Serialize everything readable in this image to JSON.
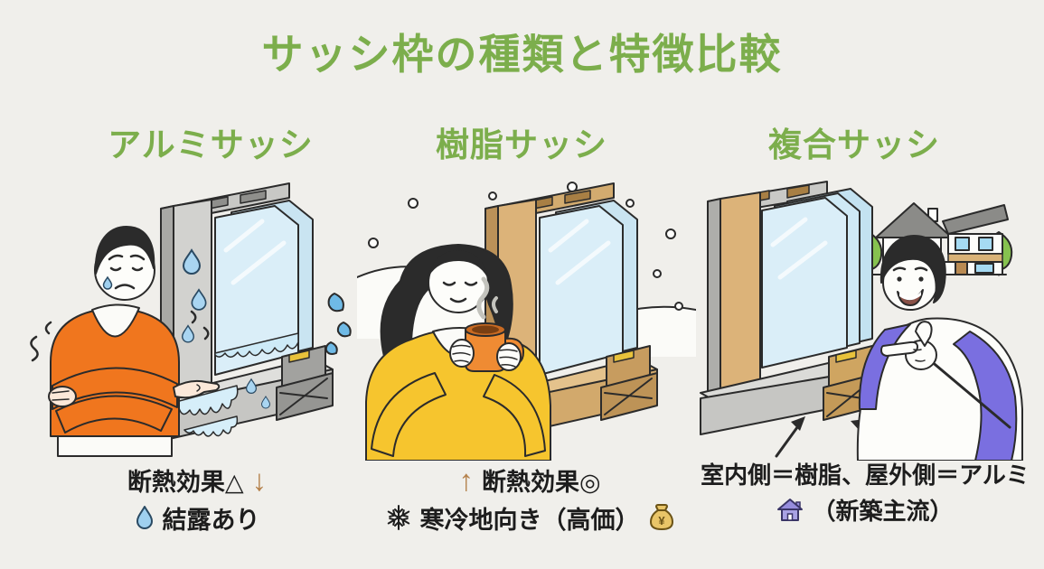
{
  "page": {
    "title": "サッシ枠の種類と特徴比較",
    "background_color": "#f0efeb",
    "title_color": "#7cae4c",
    "text_color": "#1d1d1d"
  },
  "columns": [
    {
      "header": "アルミサッシ",
      "scene": "freezing-man-with-aluminum-window-cross-section",
      "line1": {
        "text": "断熱効果△",
        "trend_arrow": "↓",
        "trend_icon": "down-arrow-icon"
      },
      "line2": {
        "icon": "water-drop-icon",
        "text": "結露あり"
      }
    },
    {
      "header": "樹脂サッシ",
      "scene": "woman-with-hot-drink-resin-window-snow",
      "line1": {
        "trend_arrow": "↑",
        "trend_icon": "up-arrow-icon",
        "text": "断熱効果◎"
      },
      "line2": {
        "icon": "snowflake-icon",
        "text": "寒冷地向き（高価）",
        "suffix_icon": "money-bag-icon"
      }
    },
    {
      "header": "複合サッシ",
      "scene": "man-pointing-composite-window-new-house",
      "line1": {
        "text": "室内側＝樹脂、屋外側＝アルミ"
      },
      "line2": {
        "icon": "house-icon",
        "text": "（新築主流）"
      }
    }
  ],
  "icons": {
    "money_bag_symbol": "¥",
    "colors": {
      "water_drop": "#9fd0ef",
      "snowflake": "#1d1d1d",
      "money_bag": "#e9c568",
      "house": "#968ddd",
      "trend_arrow": "#b5824c",
      "splash_blue": "#6fbae6"
    }
  }
}
